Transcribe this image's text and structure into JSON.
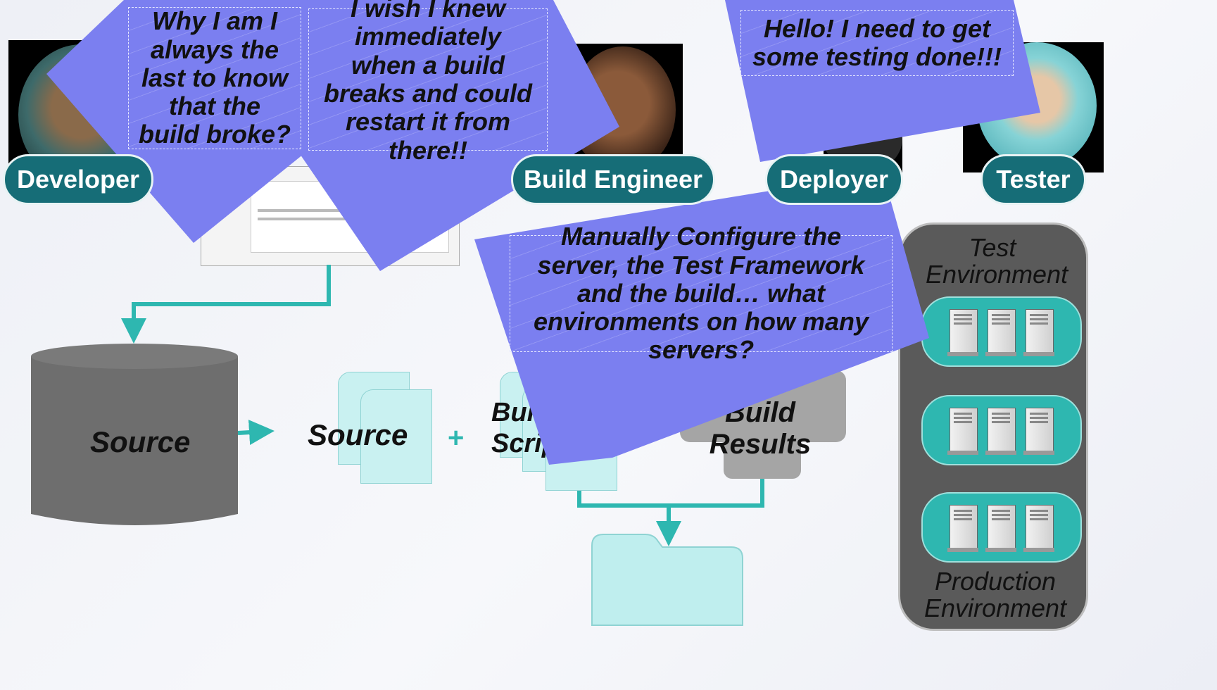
{
  "roles": {
    "developer": "Developer",
    "build_engineer": "Build Engineer",
    "deployer": "Deployer",
    "tester": "Tester"
  },
  "bubbles": {
    "developer": "Why I am I always the last to know that the build broke?",
    "build_engineer": "I wish I knew immediately when a build breaks and could restart it from there!!",
    "tester": "Hello!  I need to get some testing done!!!",
    "deployer": "Manually Configure the server, the Test Framework and the build… what environments on how many servers?"
  },
  "flow": {
    "repository": "Source",
    "source_files": "Source",
    "plus": "+",
    "build_scripts": "Build Scripts",
    "equals": "=",
    "build_results": "Build Results"
  },
  "environment": {
    "test": "Test Environment",
    "production": "Production Environment"
  },
  "colors": {
    "bubble": "#7b7ff0",
    "teal": "#2eb7b0",
    "role_badge": "#166d77",
    "repo": "#6e6e6e"
  }
}
